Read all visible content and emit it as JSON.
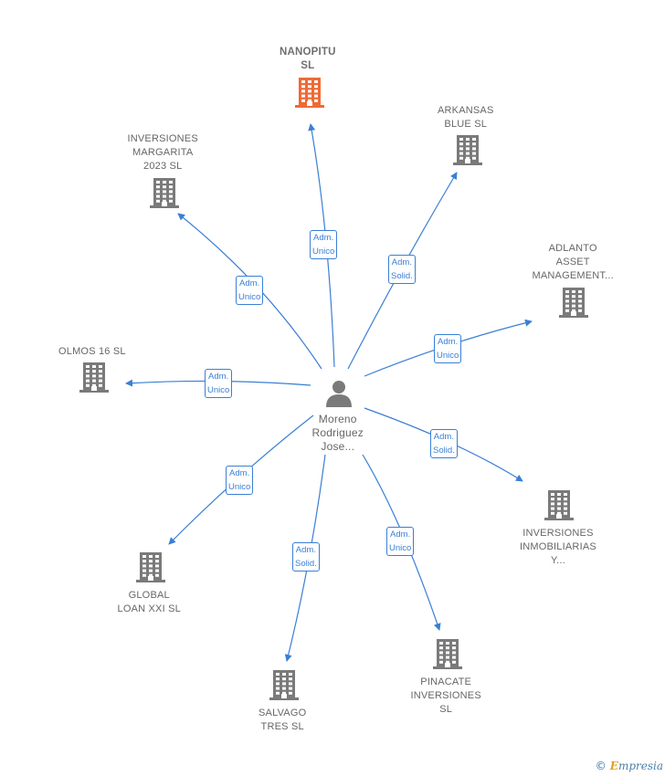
{
  "colors": {
    "edge": "#3a7fd5",
    "building": "#7a7a7a",
    "highlight_building": "#ef6a35",
    "person": "#7a7a7a",
    "text": "#666666"
  },
  "center": {
    "icon": "person-icon",
    "name_lines": [
      "Moreno",
      "Rodriguez",
      "Jose..."
    ]
  },
  "companies": [
    {
      "id": "nanopitu",
      "lines": [
        "NANOPITU",
        "SL"
      ],
      "highlight": true,
      "relation": [
        "Adm.",
        "Unico"
      ]
    },
    {
      "id": "arkansas",
      "lines": [
        "ARKANSAS",
        "BLUE SL"
      ],
      "highlight": false,
      "relation": [
        "Adm.",
        "Solid."
      ]
    },
    {
      "id": "adlanto",
      "lines": [
        "ADLANTO",
        "ASSET",
        "MANAGEMENT..."
      ],
      "highlight": false,
      "relation": [
        "Adm.",
        "Unico"
      ]
    },
    {
      "id": "inmobiliarias",
      "lines": [
        "INVERSIONES",
        "INMOBILIARIAS",
        "Y..."
      ],
      "highlight": false,
      "relation": [
        "Adm.",
        "Solid."
      ]
    },
    {
      "id": "pinacate",
      "lines": [
        "PINACATE",
        "INVERSIONES",
        "SL"
      ],
      "highlight": false,
      "relation": [
        "Adm.",
        "Unico"
      ]
    },
    {
      "id": "salvago",
      "lines": [
        "SALVAGO",
        "TRES SL"
      ],
      "highlight": false,
      "relation": [
        "Adm.",
        "Solid."
      ]
    },
    {
      "id": "global",
      "lines": [
        "GLOBAL",
        "LOAN XXI SL"
      ],
      "highlight": false,
      "relation": [
        "Adm.",
        "Unico"
      ]
    },
    {
      "id": "olmos",
      "lines": [
        "OLMOS 16 SL"
      ],
      "highlight": false,
      "relation": [
        "Adm.",
        "Unico"
      ]
    },
    {
      "id": "margarita",
      "lines": [
        "INVERSIONES",
        "MARGARITA",
        "2023  SL"
      ],
      "highlight": false,
      "relation": [
        "Adm.",
        "Unico"
      ]
    }
  ],
  "footer": {
    "copyright": "©",
    "brand_initial": "E",
    "brand_rest": "mpresia"
  }
}
